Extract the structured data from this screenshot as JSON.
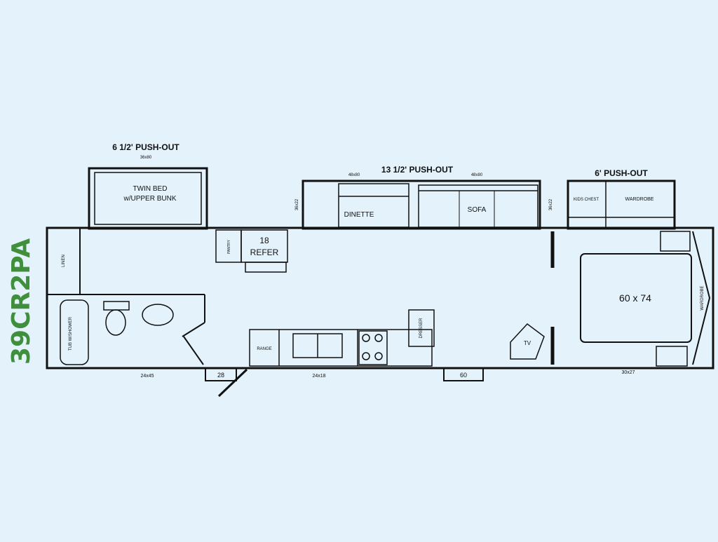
{
  "colors": {
    "background": "#E3F2FB",
    "line": "#111111",
    "model_text": "#3F8F3C"
  },
  "model_name": "39CR2PA",
  "slideouts": {
    "left": {
      "title": "6 1/2' PUSH-OUT",
      "dim": "36x80",
      "room": "TWIN BED",
      "room2": "w/UPPER BUNK"
    },
    "center": {
      "title": "13 1/2' PUSH-OUT",
      "dim_left": "48x80",
      "dim_right": "48x80",
      "side_left": "36x22",
      "side_right": "36x22",
      "dinette": "DINETTE",
      "sofa": "SOFA"
    },
    "right": {
      "title": "6' PUSH-OUT",
      "kids_chest": "KIDS CHEST",
      "wardrobe": "WARDROBE"
    }
  },
  "rooms": {
    "pantry": "PANTRY",
    "refer_size": "18",
    "refer": "REFER",
    "tub": "TUB W/SHOWER",
    "shelf": "LINEN",
    "bed": "60 x 74",
    "wardrobe_rear": "WARDROBE",
    "range": "RANGE",
    "dresser": "DRESSER",
    "tv": "TV"
  },
  "doors": {
    "bottom_left_dim": "24x45",
    "entry": "28",
    "window_mid": "24x18",
    "bottom_right_dim": "60",
    "rear_dim": "30x27"
  }
}
